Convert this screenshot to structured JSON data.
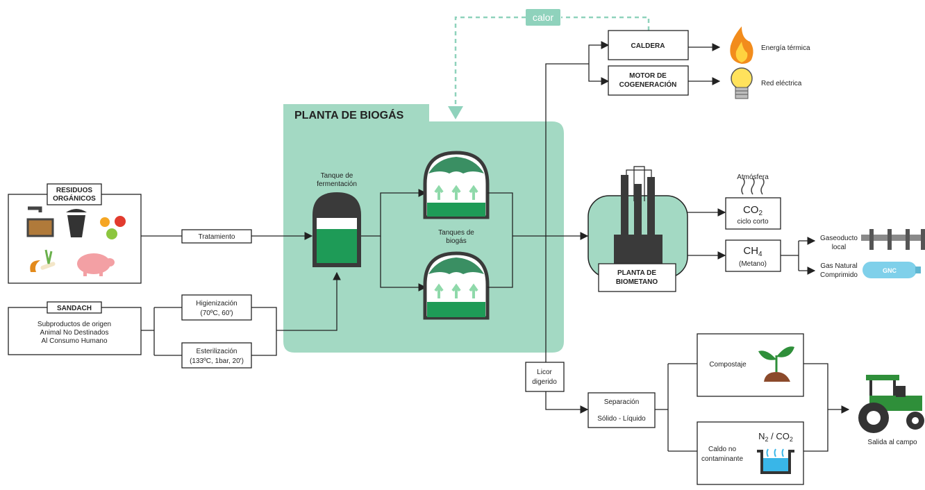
{
  "colors": {
    "plant_fill": "#a3d9c3",
    "tank_green": "#1e9b57",
    "tank_dark": "#3a3a3a",
    "dashed_heat": "#8fd2bc",
    "arrow_light": "#8fd9aa",
    "line": "#222222",
    "lid_green": "#3a8f63"
  },
  "heat": {
    "label": "calor"
  },
  "residuos": {
    "title_1": "RESIDUOS",
    "title_2": "ORGÁNICOS",
    "icons": [
      "kitchen-waste-icon",
      "trash-can-icon",
      "fruit-icon",
      "peel-bone-icon",
      "pig-icon"
    ]
  },
  "sandach": {
    "title": "SANDACH",
    "line_1": "Subproductos de origen",
    "line_2": "Animal No Destinados",
    "line_3": "Al Consumo Humano"
  },
  "tratamiento": {
    "label": "Tratamiento"
  },
  "higienizacion": {
    "line_1": "Higienización",
    "line_2": "(70ºC, 60')"
  },
  "esterilizacion": {
    "line_1": "Esterilización",
    "line_2": "(133ºC, 1bar, 20')"
  },
  "plant": {
    "title": "PLANTA DE  BIOGÁS"
  },
  "fermentation_tank": {
    "line_1": "Tanque de",
    "line_2": "fermentación"
  },
  "biogas_tanks": {
    "line_1": "Tanques de",
    "line_2": "biogás"
  },
  "caldera": {
    "label": "CALDERA",
    "output": "Energía térmica",
    "icon": "flame-icon"
  },
  "motor": {
    "line_1": "MOTOR DE",
    "line_2": "COGENERACIÓN",
    "output": "Red eléctrica",
    "icon": "light-bulb-icon"
  },
  "biomethane": {
    "line_1": "PLANTA DE",
    "line_2": "BIOMETANO"
  },
  "atmosphere": {
    "label": "Atmósfera"
  },
  "co2": {
    "formula": "CO",
    "sub": "2",
    "note": "ciclo corto"
  },
  "ch4": {
    "formula": "CH",
    "sub": "4",
    "note": "(Metano)"
  },
  "gaseoducto": {
    "line_1": "Gaseoducto",
    "line_2": "local"
  },
  "gnc": {
    "line_1": "Gas Natural",
    "line_2": "Comprimido",
    "badge": "GNC"
  },
  "licor": {
    "line_1": "Licor",
    "line_2": "digerido"
  },
  "separacion": {
    "line_1": "Separación",
    "line_2": "Sólido - Líquido"
  },
  "compostaje": {
    "label": "Compostaje",
    "icon": "sprout-icon"
  },
  "caldo": {
    "line_1": "Caldo no",
    "line_2": "contaminante",
    "gas": "N",
    "gas_sub": "2",
    "gas_rest": " / CO",
    "gas_sub2": "2"
  },
  "salida": {
    "label": "Salida al campo",
    "icon": "tractor-icon"
  }
}
